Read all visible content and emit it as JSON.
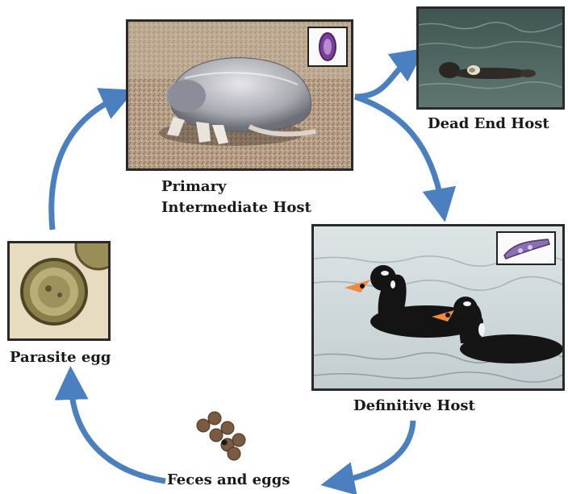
{
  "labels": {
    "primary_line1": "Primary",
    "primary_line2": "Intermediate Host",
    "dead_end": "Dead End Host",
    "definitive": "Definitive Host",
    "parasite_egg": "Parasite egg",
    "feces": "Feces and eggs"
  },
  "colors": {
    "arrow": "#4a80c0",
    "frame": "#2a2a2a"
  }
}
